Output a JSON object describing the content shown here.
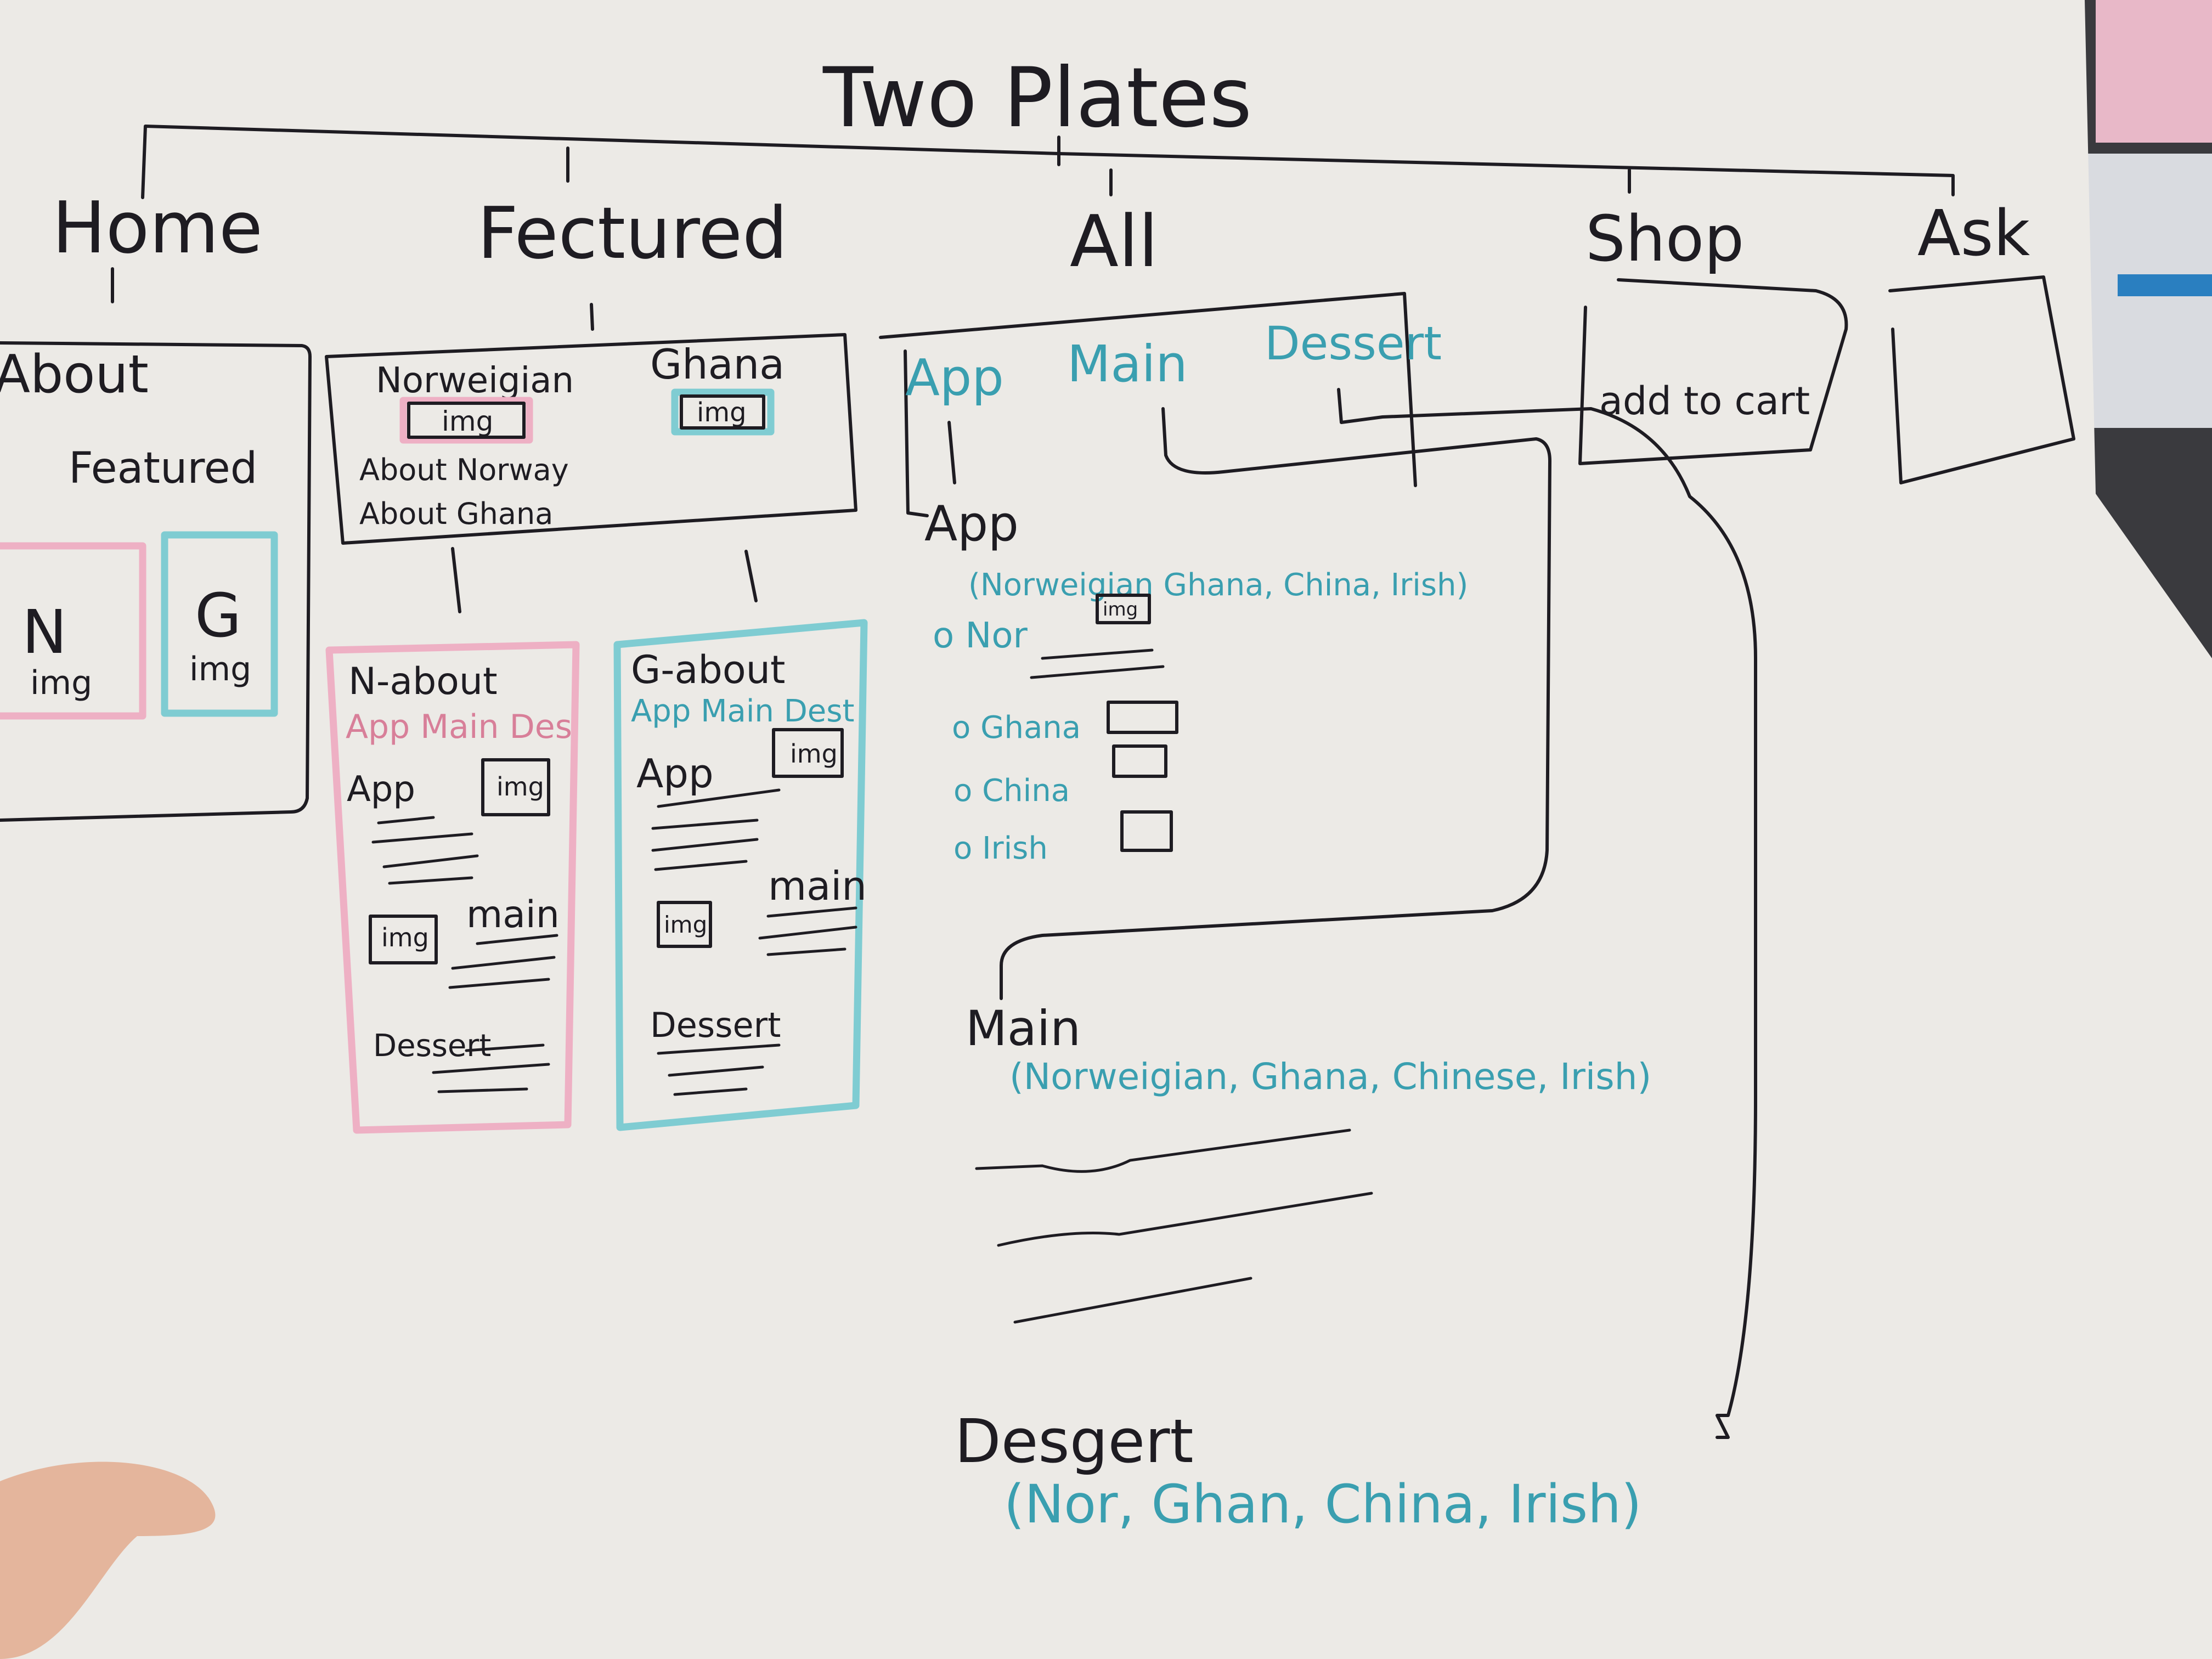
{
  "title": "Two Plates",
  "nav": {
    "home": "Home",
    "featured": "Fectured",
    "all": "All",
    "shop": "Shop",
    "ask": "Ask"
  },
  "home_box": {
    "about": "About",
    "featured": "Featured",
    "n_letter": "N",
    "g_letter": "G",
    "img": "img"
  },
  "featured_box": {
    "norwegian": "Norweigian",
    "ghana": "Ghana",
    "img": "img",
    "about_norway": "About Norway",
    "about_ghana": "About Ghana"
  },
  "n_about": {
    "title": "N-about",
    "subnav": "App Main Des",
    "app": "App",
    "img": "img",
    "main": "main",
    "dessert": "Dessert"
  },
  "g_about": {
    "title": "G-about",
    "subnav": "App Main Dest",
    "app": "App",
    "img": "img",
    "main": "main",
    "dessert": "Dessert"
  },
  "all_box": {
    "app": "App",
    "main": "Main",
    "dessert": "Dessert"
  },
  "app_section": {
    "heading": "App",
    "list": "(Norweigian Ghana, China, Irish)",
    "items": [
      "o Nor",
      "o Ghana",
      "o China",
      "o Irish"
    ],
    "img": "img"
  },
  "main_section": {
    "heading": "Main",
    "list": "(Norweigian, Ghana, Chinese, Irish)"
  },
  "dessert_section": {
    "heading": "Desgert",
    "list": "(Nor, Ghan, China, Irish)"
  },
  "shop_box": {
    "label": "add to cart"
  },
  "colors": {
    "paper": "#eceae6",
    "ink": "#1e1c22",
    "teal": "#3a9fb0",
    "pink": "#eeb0c4",
    "teal_box": "#7fccd2"
  }
}
